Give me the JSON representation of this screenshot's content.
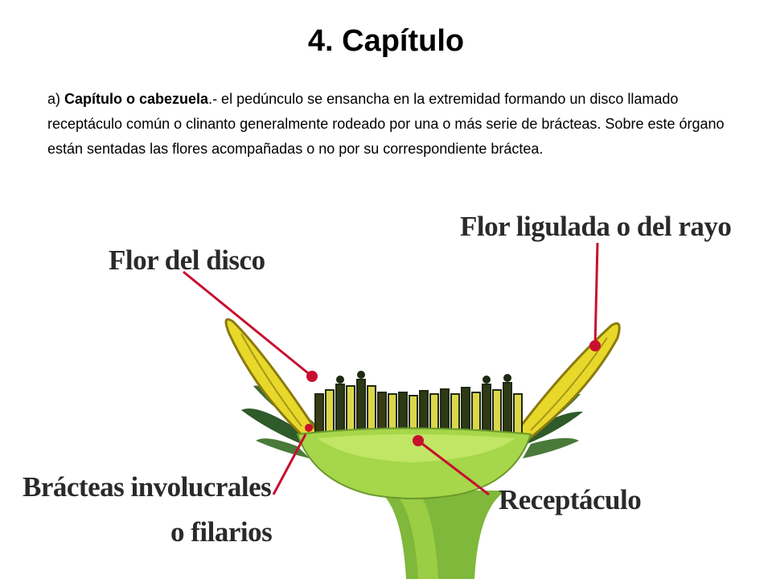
{
  "slide": {
    "title": "4. Capítulo",
    "paragraph": {
      "prefix": "a) ",
      "term": "Capítulo o cabezuela",
      "text": ".- el pedúnculo se ensancha en la extremidad formando un disco llamado receptáculo común o clinanto generalmente rodeado por una o más serie de brácteas. Sobre este órgano están sentadas las flores acompañadas o no por su correspondiente bráctea."
    }
  },
  "diagram": {
    "labels": {
      "disc_flower": "Flor del disco",
      "ray_flower": "Flor ligulada o del rayo",
      "bracts_line1": "Brácteas involucrales",
      "bracts_line2": "o filarios",
      "receptacle": "Receptáculo"
    },
    "colors": {
      "leader_line": "#c8102e",
      "receptacle": "#a6d64a",
      "ray_petal": "#e8d82a",
      "bract": "#2f5a2a"
    }
  }
}
